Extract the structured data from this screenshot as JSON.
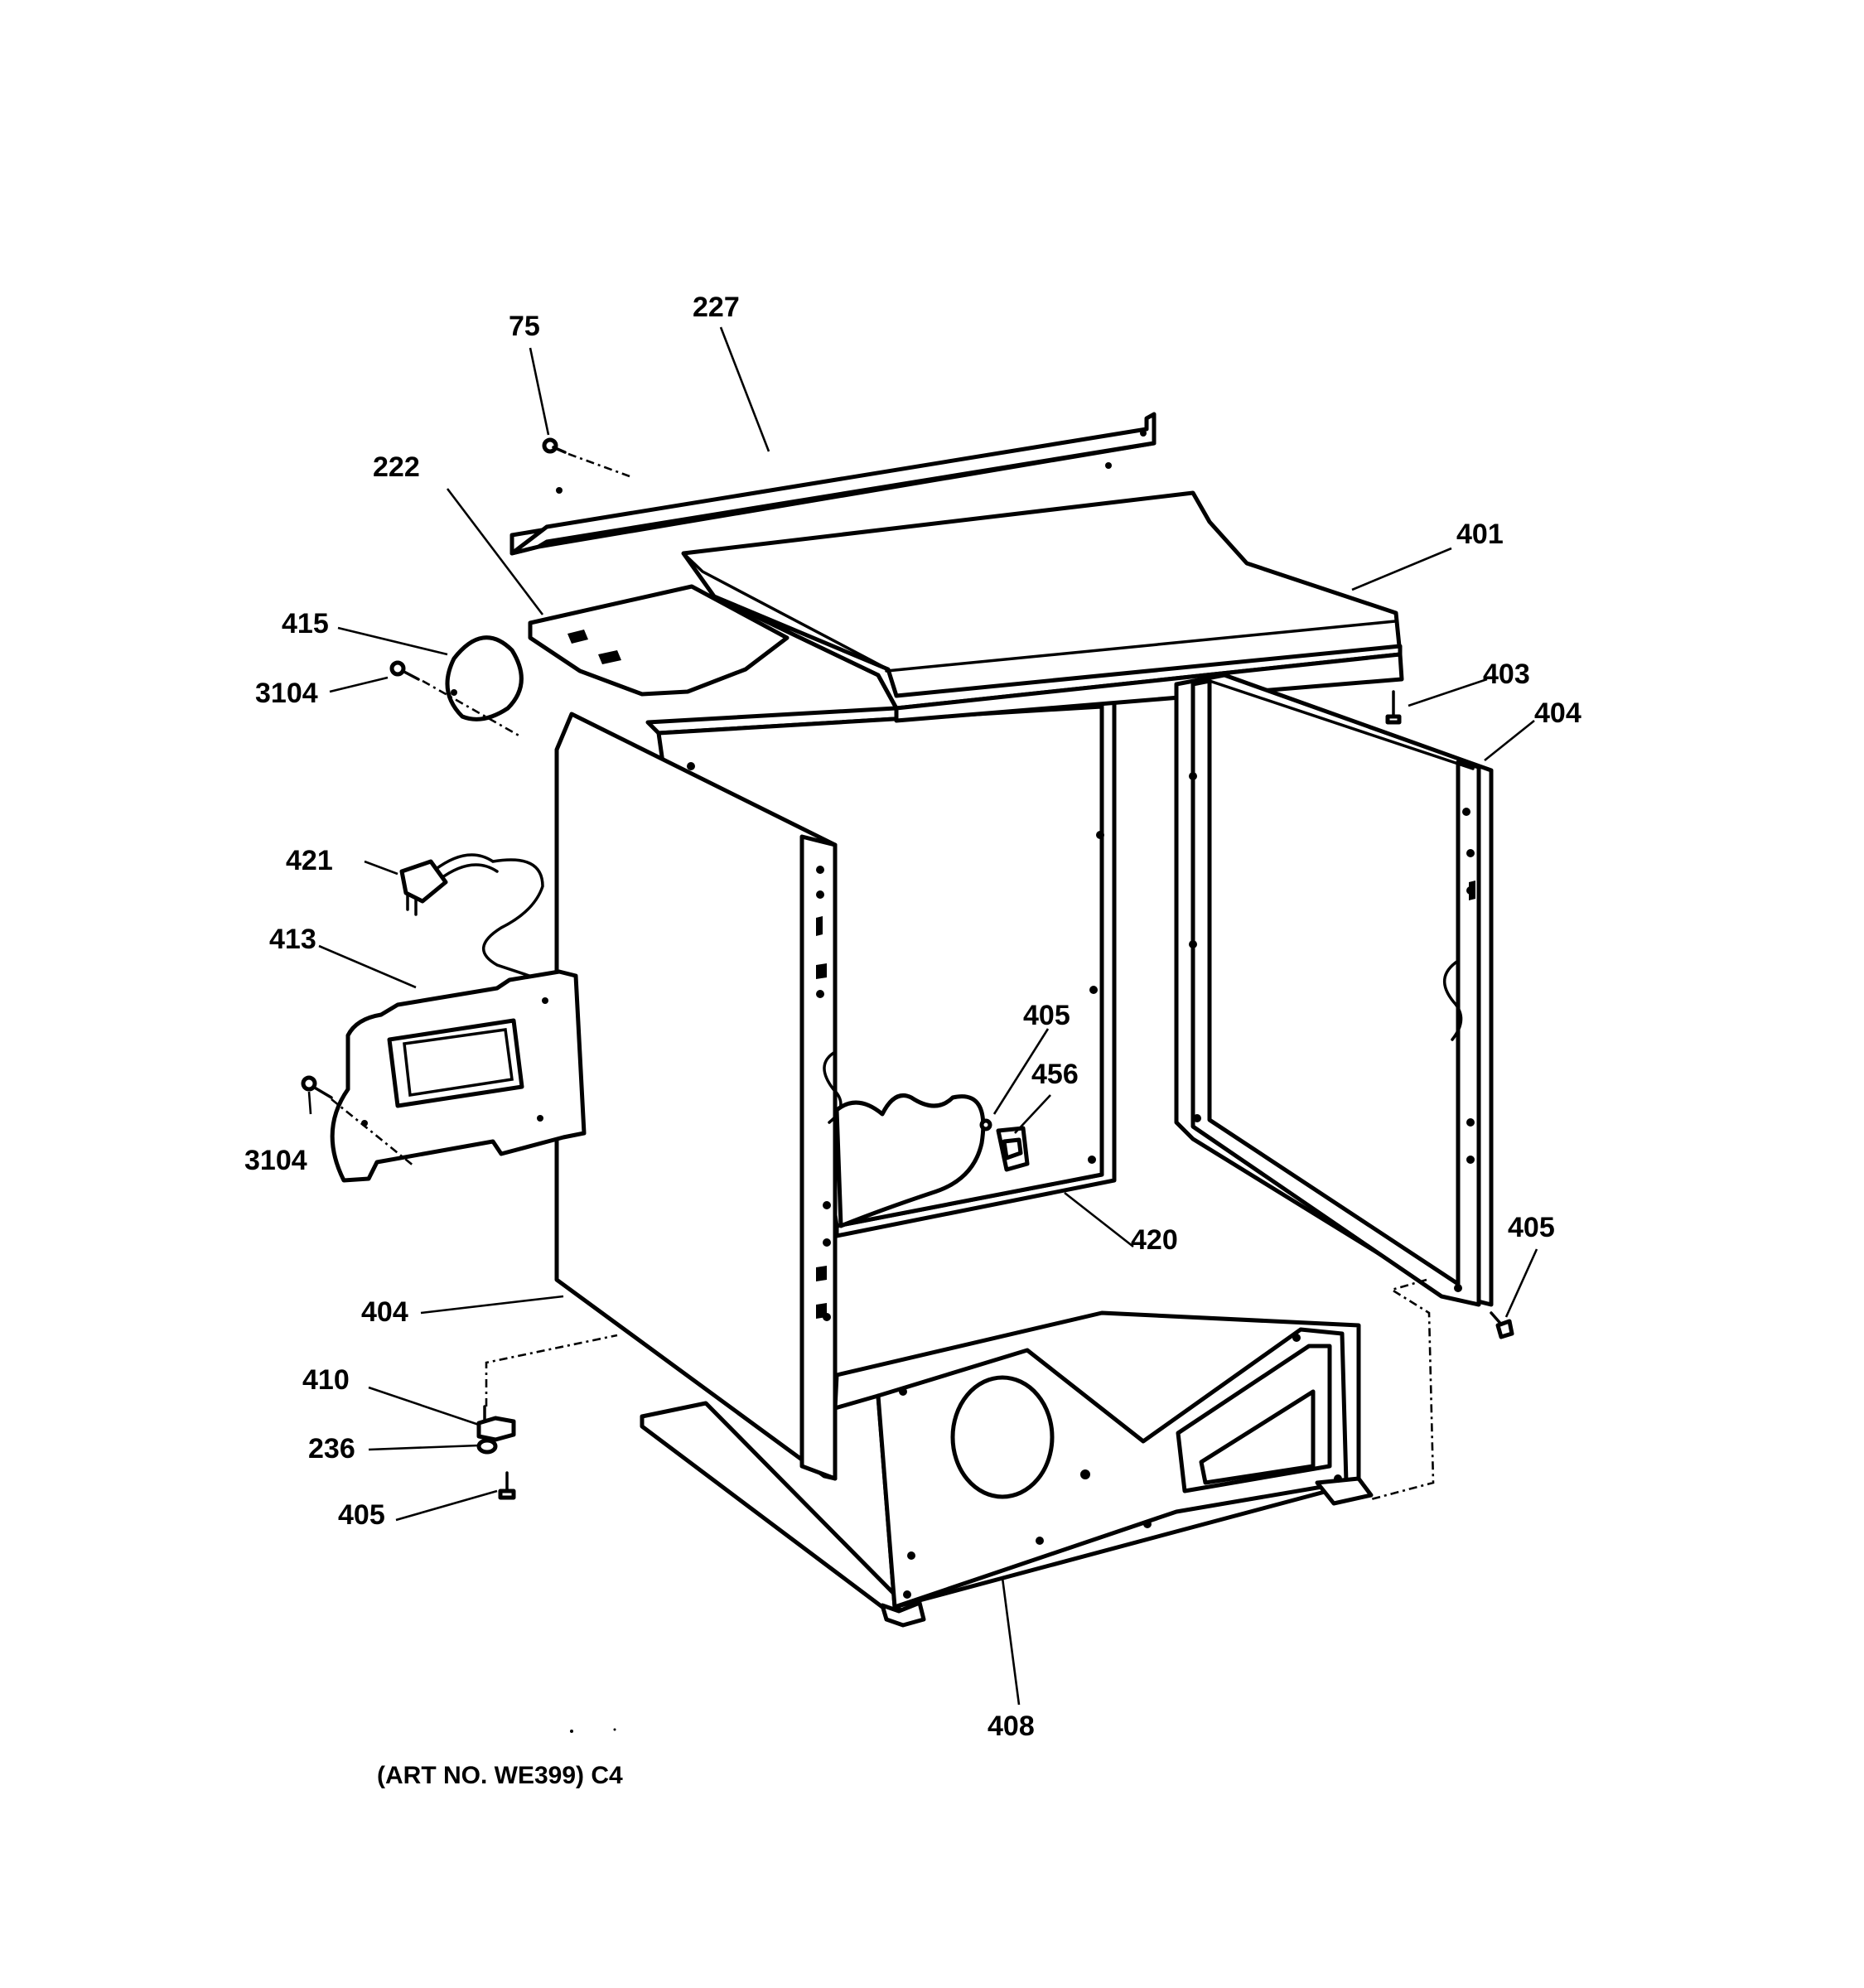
{
  "callouts": {
    "c75": "75",
    "c227": "227",
    "c222": "222",
    "c401": "401",
    "c415": "415",
    "c3104a": "3104",
    "c403": "403",
    "c404a": "404",
    "c421": "421",
    "c413": "413",
    "c405a": "405",
    "c456": "456",
    "c3104b": "3104",
    "c420": "420",
    "c405b": "405",
    "c404b": "404",
    "c410": "410",
    "c236": "236",
    "c405c": "405",
    "c408": "408"
  },
  "caption": "(ART NO. WE399) C4"
}
